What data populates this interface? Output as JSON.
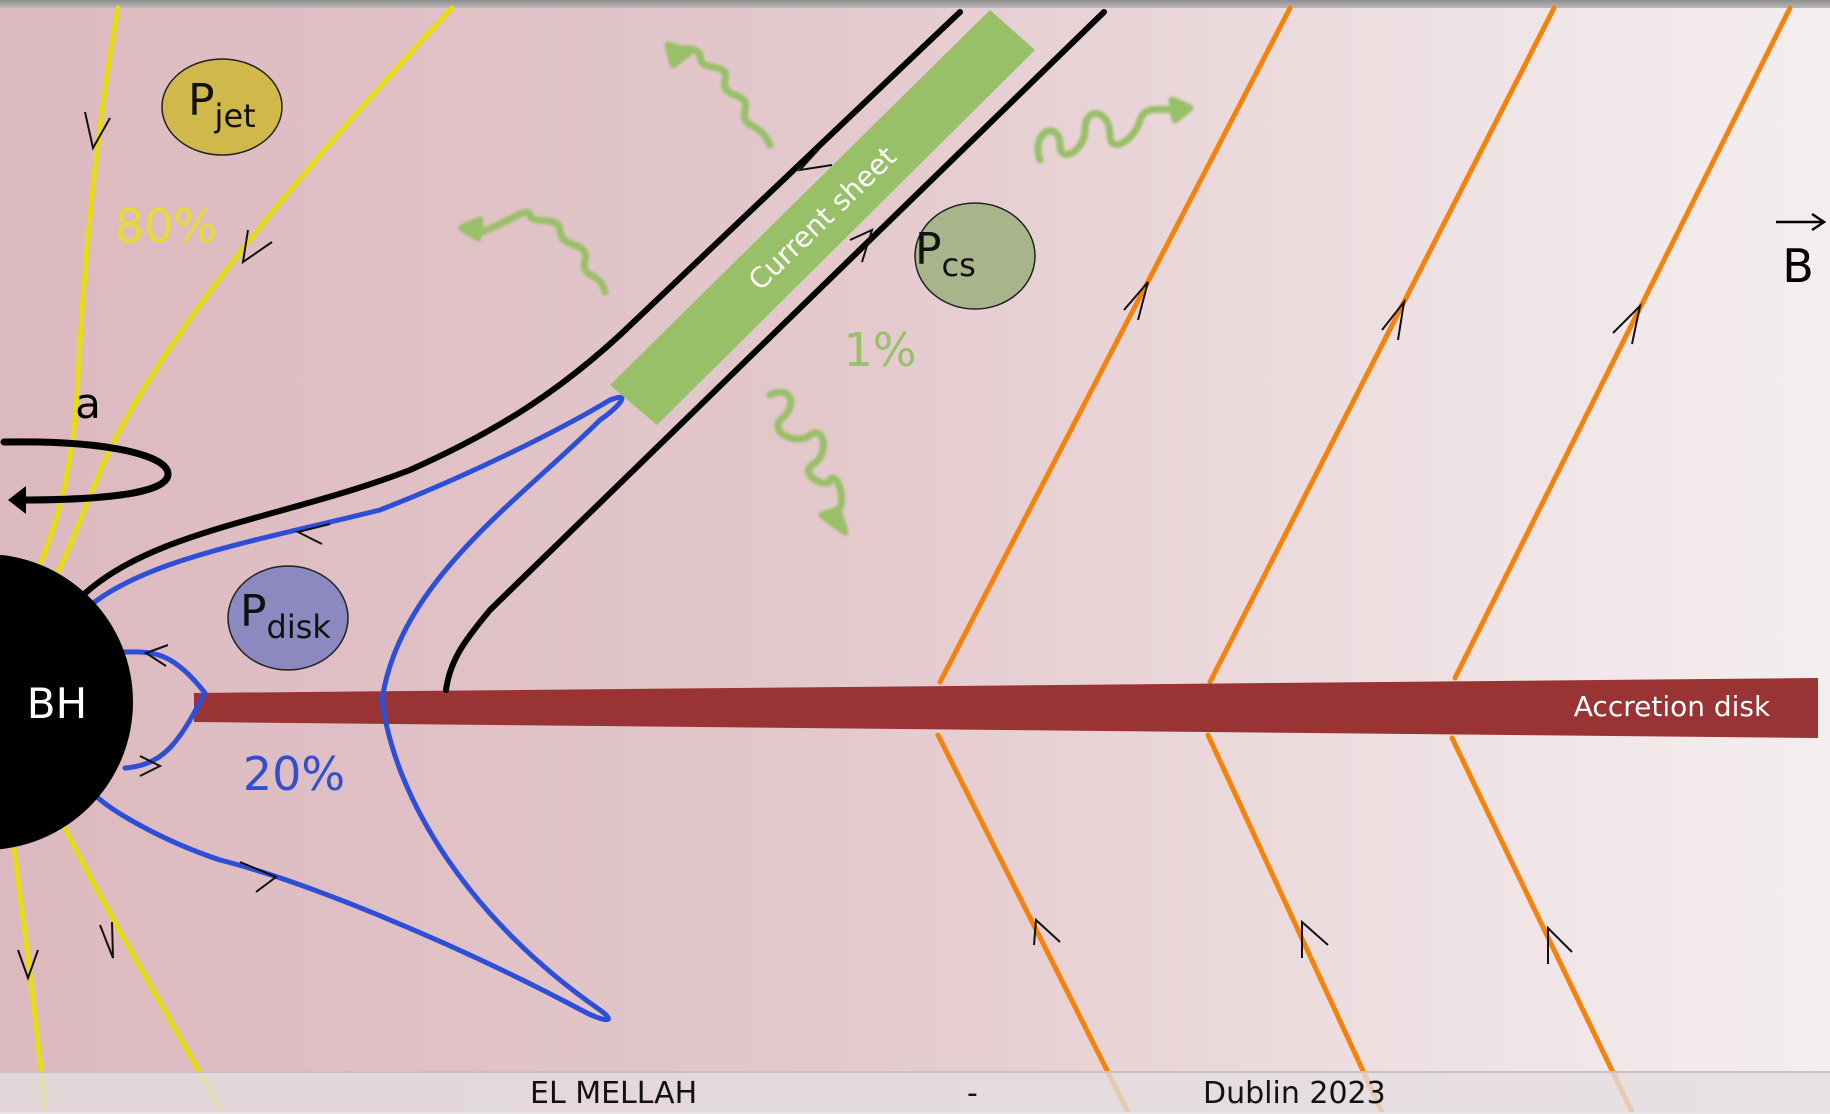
{
  "labels": {
    "p_jet": {
      "base": "P",
      "sub": "jet"
    },
    "p_cs": {
      "base": "P",
      "sub": "cs"
    },
    "p_disk": {
      "base": "P",
      "sub": "disk"
    },
    "jet_percent": "80%",
    "cs_percent": "1%",
    "disk_percent": "20%",
    "spin": "a",
    "black_hole": "BH",
    "current_sheet": "Current sheet",
    "accretion_disk": "Accretion disk",
    "field": "B"
  },
  "footer": {
    "author": "EL MELLAH",
    "separator": "-",
    "event": "Dublin 2023"
  },
  "colors": {
    "background_left": "#dcb9bf",
    "background_right": "#f4eeef",
    "jet_field_lines": "#e6dc10",
    "jet_bubble": "#d0b94a",
    "cs_bubble": "#a9b48a",
    "disk_bubble": "#8c88c0",
    "current_sheet": "#98c068",
    "radiation_waves": "#98c068",
    "disk_field_lines": "#2d4fd8",
    "open_field_lines": "#f5820a",
    "separatrix_lines": "#000000",
    "accretion_disk": "#9a3333",
    "jet_percent_text": "#e8dc30",
    "cs_percent_text": "#98c068",
    "disk_percent_text": "#3050d0"
  },
  "icons": [
    "spin-arrow-icon",
    "vector-arrow-icon",
    "direction-arrow-icon",
    "wave-arrow-icon"
  ]
}
